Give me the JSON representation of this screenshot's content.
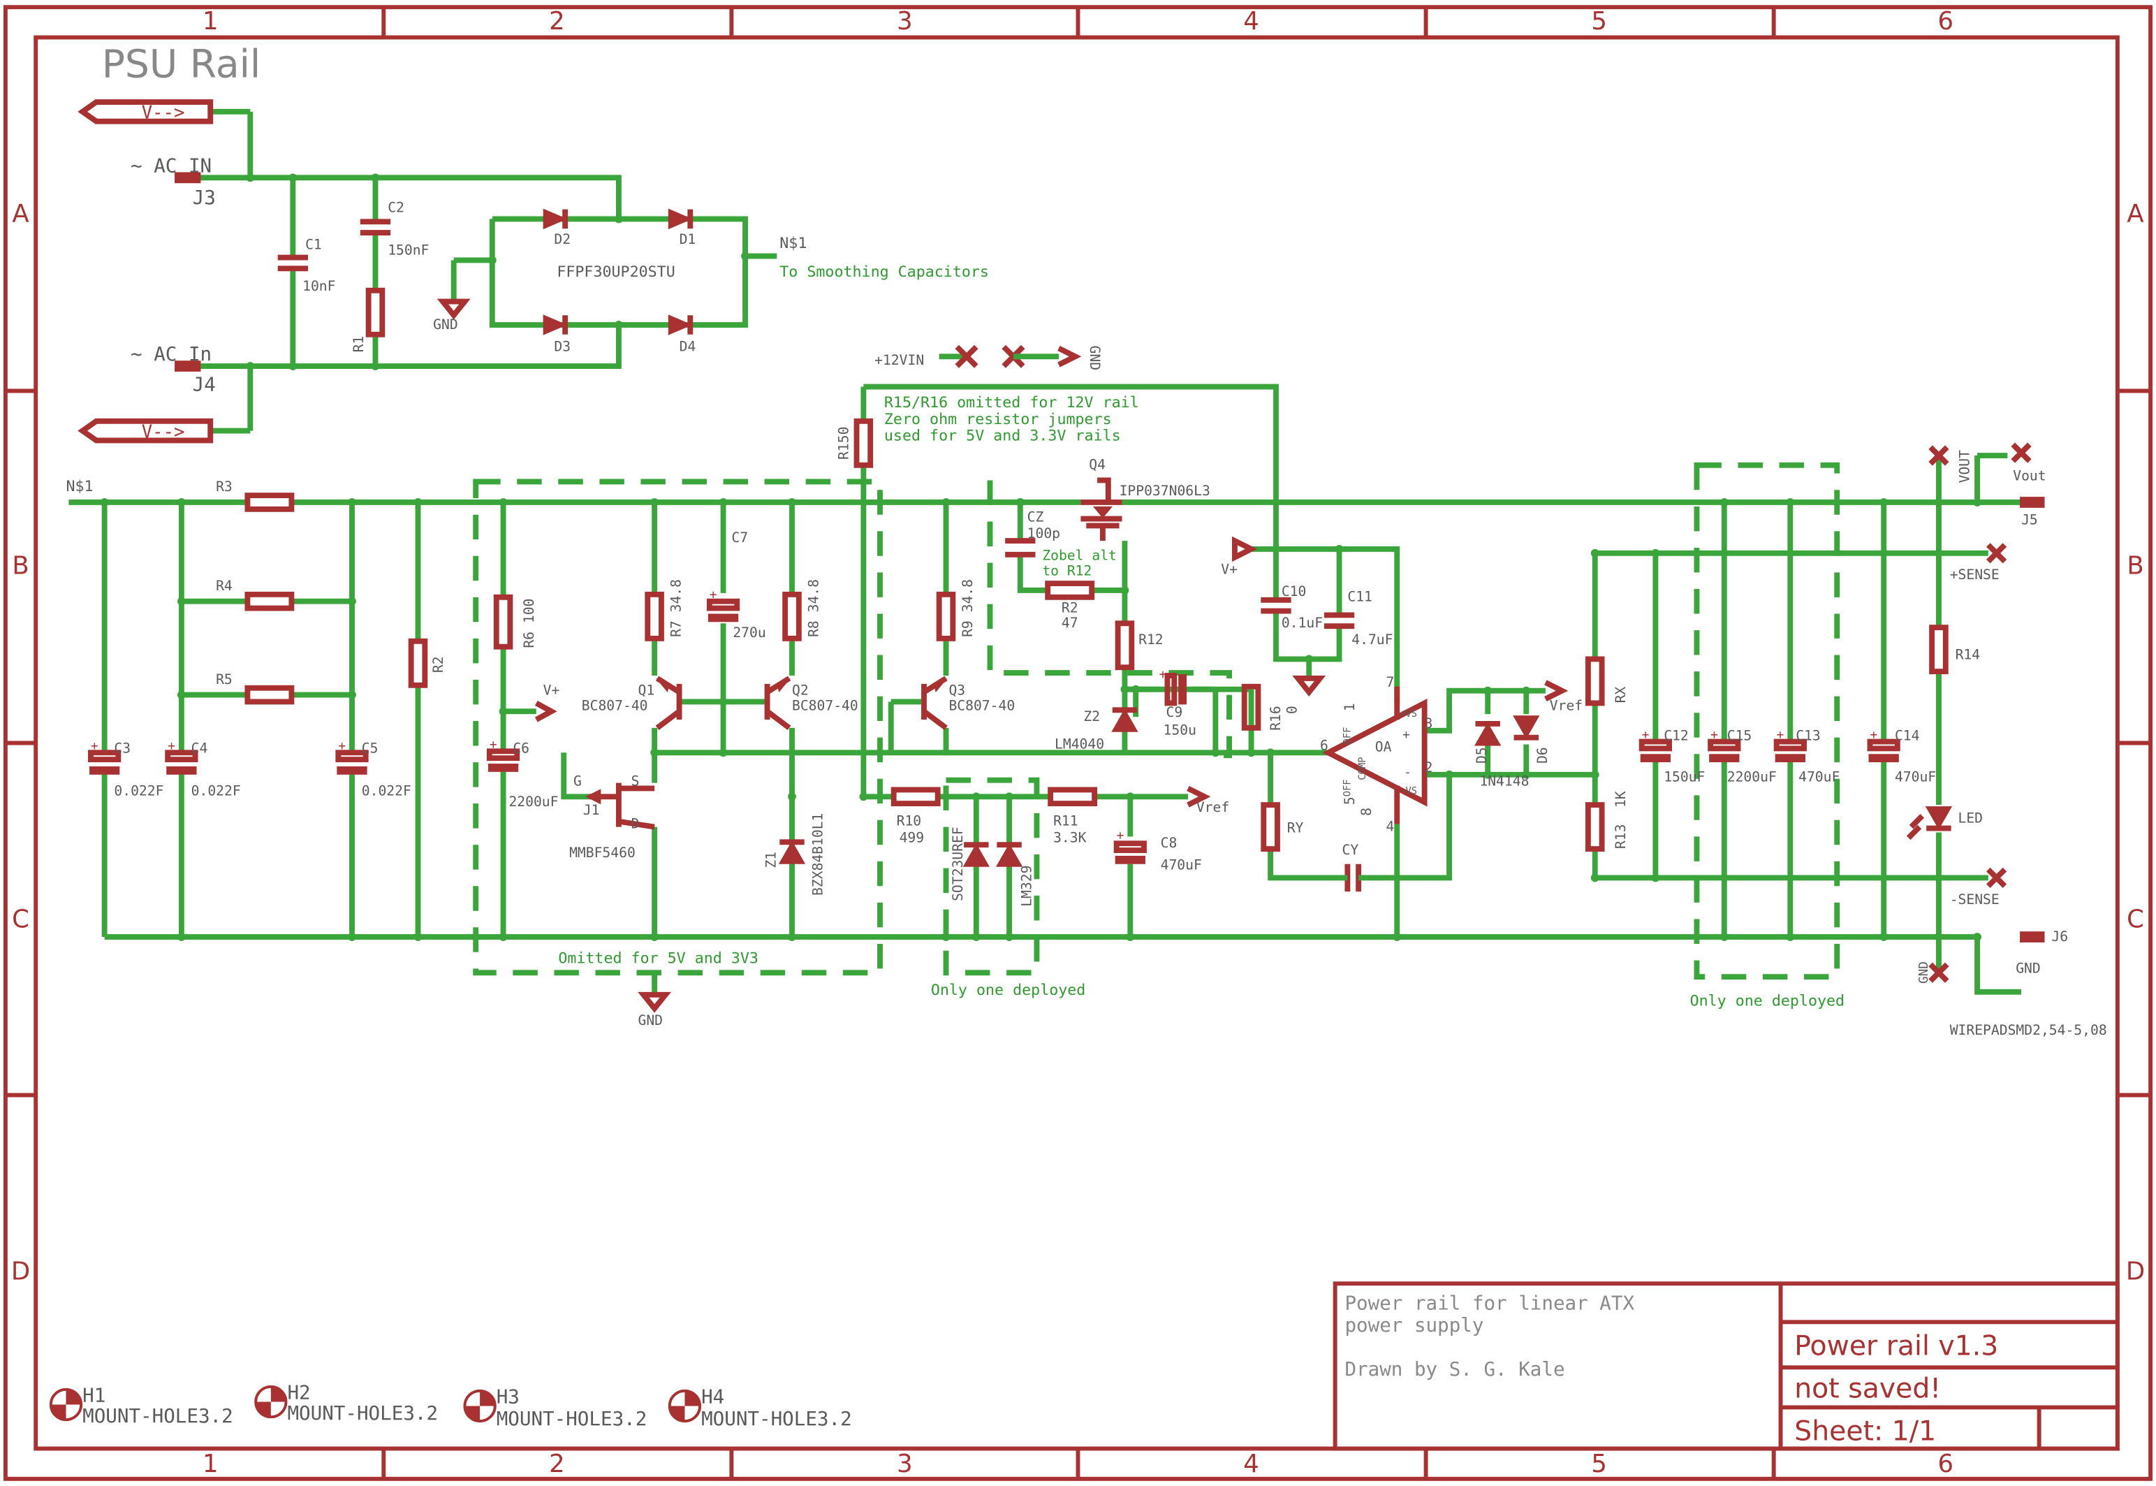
{
  "title": "PSU Rail",
  "frame": {
    "columns": [
      "1",
      "2",
      "3",
      "4",
      "5",
      "6"
    ],
    "rows": [
      "A",
      "B",
      "C",
      "D"
    ]
  },
  "title_block": {
    "description_line1": "Power rail for linear ATX",
    "description_line2": "power supply",
    "drawn_by": "Drawn by S. G. Kale",
    "name": "Power rail v1.3",
    "status": "not saved!",
    "sheet": "Sheet: 1/1"
  },
  "connectors": {
    "j3_name": "J3",
    "j3_label": "~ AC IN",
    "j4_name": "J4",
    "j4_label": "~ AC In",
    "v_flag": "V-->",
    "j5_name": "J5",
    "j5_label": "Vout",
    "vout_flag": "VOUT",
    "j6_name": "J6",
    "j6_label": "GND",
    "sense_plus": "+SENSE",
    "sense_minus": "-SENSE",
    "wirepad": "WIREPADSMD2,54-5,08"
  },
  "nets": {
    "ns1_right": "N$1",
    "ns1_left": "N$1",
    "to_smoothing": "To Smoothing Capacitors",
    "plus12vin": "+12VIN",
    "gnd": "GND",
    "vplus": "V+",
    "vref": "Vref"
  },
  "components": {
    "C1": [
      "C1",
      "10nF"
    ],
    "C2": [
      "C2",
      "150nF"
    ],
    "R1": [
      "R1"
    ],
    "D1": "D1",
    "D2": "D2",
    "D3": "D3",
    "D4": "D4",
    "bridge": "FFPF30UP20STU",
    "R3": "R3",
    "R4": "R4",
    "R5": "R5",
    "R2": "R2",
    "C3": [
      "C3",
      "0.022F"
    ],
    "C4": [
      "C4",
      "0.022F"
    ],
    "C5": [
      "C5",
      "0.022F"
    ],
    "R6": "R6 100",
    "C6": [
      "C6",
      "2200uF"
    ],
    "R7": "R7 34.8",
    "C7": [
      "C7",
      "270u"
    ],
    "R8": "R8 34.8",
    "R9": "R9 34.8",
    "Q1": [
      "Q1",
      "BC807-40"
    ],
    "Q2": [
      "Q2",
      "BC807-40"
    ],
    "Q3": [
      "Q3",
      "BC807-40"
    ],
    "J1": [
      "J1",
      "MMBF5460"
    ],
    "jfet_g": "G",
    "jfet_s": "S",
    "jfet_d": "D",
    "Z1": [
      "Z1",
      "BZX84B10L1"
    ],
    "R150": "R150",
    "R10": [
      "R10",
      "499"
    ],
    "R11": [
      "R11",
      "3.3K"
    ],
    "C8": [
      "C8",
      "470uF"
    ],
    "U_a": "SOT23UREF",
    "U_b": "LM329",
    "Q4": [
      "Q4",
      "IPP037N06L3"
    ],
    "CZ": [
      "CZ",
      "100p"
    ],
    "R2b": [
      "R2",
      "47"
    ],
    "zobel_note": [
      "Zobel alt",
      "to R12"
    ],
    "R12": "R12",
    "Z2": [
      "Z2",
      "LM4040"
    ],
    "C9": [
      "C9",
      "150u"
    ],
    "R16": [
      "R16",
      "0"
    ],
    "C10": [
      "C10",
      "0.1uF"
    ],
    "C11": [
      "C11",
      "4.7uF"
    ],
    "RY": "RY",
    "CY": "CY",
    "OA": "OA",
    "oa_pins": [
      "6",
      "7",
      "3",
      "2",
      "4",
      "1",
      "5",
      "8"
    ],
    "oa_inner": [
      "OFF",
      "+VS",
      "+",
      "-",
      "-VS",
      "OFF",
      "COMP"
    ],
    "D5": "D5",
    "D6": "D6",
    "diode_type": "1N4148",
    "RX": "RX",
    "R13": [
      "R13",
      "1K"
    ],
    "C12": [
      "C12",
      "150uF"
    ],
    "C15": [
      "C15",
      "2200uF"
    ],
    "C13": [
      "C13",
      "470uF"
    ],
    "C14": [
      "C14",
      "470uF"
    ],
    "R14": "R14",
    "LED": "LED"
  },
  "notes": {
    "r15_note": [
      "R15/R16 omitted for 12V rail",
      "Zero ohm resistor jumpers",
      "used for 5V and 3.3V rails"
    ],
    "omitted": "Omitted for 5V and 3V3",
    "only_one_1": "Only one deployed",
    "only_one_2": "Only one deployed"
  },
  "mount_holes": [
    {
      "name": "H1",
      "type": "MOUNT-HOLE3.2"
    },
    {
      "name": "H2",
      "type": "MOUNT-HOLE3.2"
    },
    {
      "name": "H3",
      "type": "MOUNT-HOLE3.2"
    },
    {
      "name": "H4",
      "type": "MOUNT-HOLE3.2"
    }
  ],
  "colors": {
    "frame": "#a83232",
    "wire": "#3aa53a",
    "text": "#5a5a5a"
  }
}
